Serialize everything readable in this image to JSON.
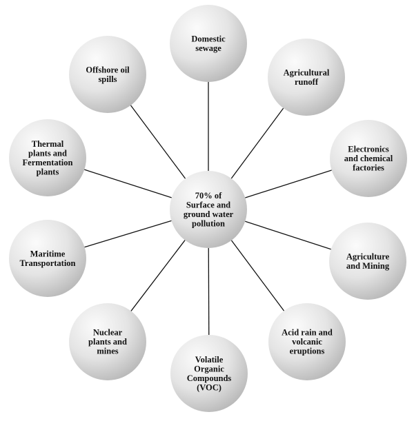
{
  "center": {
    "lines": [
      "70% of",
      "Surface and",
      "ground water",
      "pollution"
    ]
  },
  "nodes": [
    {
      "id": "domestic-sewage",
      "lines": [
        "Domestic",
        "sewage"
      ]
    },
    {
      "id": "agricultural-runoff",
      "lines": [
        "Agricultural",
        "runoff"
      ]
    },
    {
      "id": "electronics-chemical",
      "lines": [
        "Electronics",
        "and chemical",
        "factories"
      ]
    },
    {
      "id": "agriculture-mining",
      "lines": [
        "Agriculture",
        "and Mining"
      ]
    },
    {
      "id": "acid-rain-volcanic",
      "lines": [
        "Acid rain and",
        "volcanic",
        "eruptions"
      ]
    },
    {
      "id": "voc",
      "lines": [
        "Volatile",
        "Organic",
        "Compounds",
        "(VOC)"
      ]
    },
    {
      "id": "nuclear-plants",
      "lines": [
        "Nuclear",
        "plants and",
        "mines"
      ]
    },
    {
      "id": "maritime-transportation",
      "lines": [
        "Maritime",
        "Transportation"
      ]
    },
    {
      "id": "thermal-fermentation",
      "lines": [
        "Thermal",
        "plants and",
        "Fermentation",
        "plants"
      ]
    },
    {
      "id": "offshore-oil-spills",
      "lines": [
        "Offshore oil",
        "spills"
      ]
    }
  ]
}
